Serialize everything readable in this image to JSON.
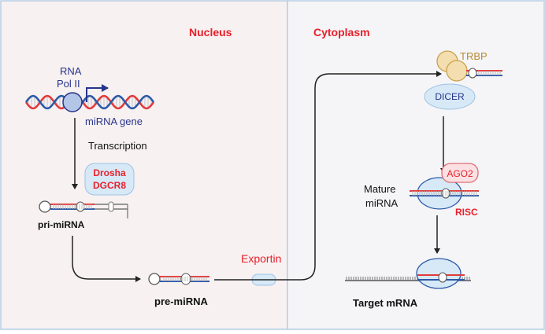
{
  "regions": {
    "nucleus": "Nucleus",
    "cytoplasm": "Cytoplasm"
  },
  "labels": {
    "rna_pol_line1": "RNA",
    "rna_pol_line2": "Pol II",
    "mirna_gene": "miRNA gene",
    "transcription": "Transcription",
    "drosha": "Drosha",
    "dgcr8": "DGCR8",
    "pri_mirna": "pri-miRNA",
    "pre_mirna": "pre-miRNA",
    "exportin": "Exportin",
    "trbp": "TRBP",
    "dicer": "DICER",
    "ago2": "AGO2",
    "mature_line1": "Mature",
    "mature_line2": "miRNA",
    "risc": "RISC",
    "target_mrna": "Target mRNA"
  },
  "colors": {
    "nucleus_fill": "#f7f1f1",
    "cytoplasm_fill": "#f5f5f7",
    "border": "#b9cde6",
    "red_label": "#e8202a",
    "navy_label": "#27348b",
    "strand_red": "#e23b3b",
    "strand_blue": "#2c5aa8",
    "protein_blue": "#d7e9f7",
    "protein_edge": "#6d9ecf",
    "trbp_fill": "#f4deb0",
    "trbp_edge": "#c9a14a",
    "ago_fill": "#fbe1e3",
    "ago_edge": "#e06c75"
  }
}
